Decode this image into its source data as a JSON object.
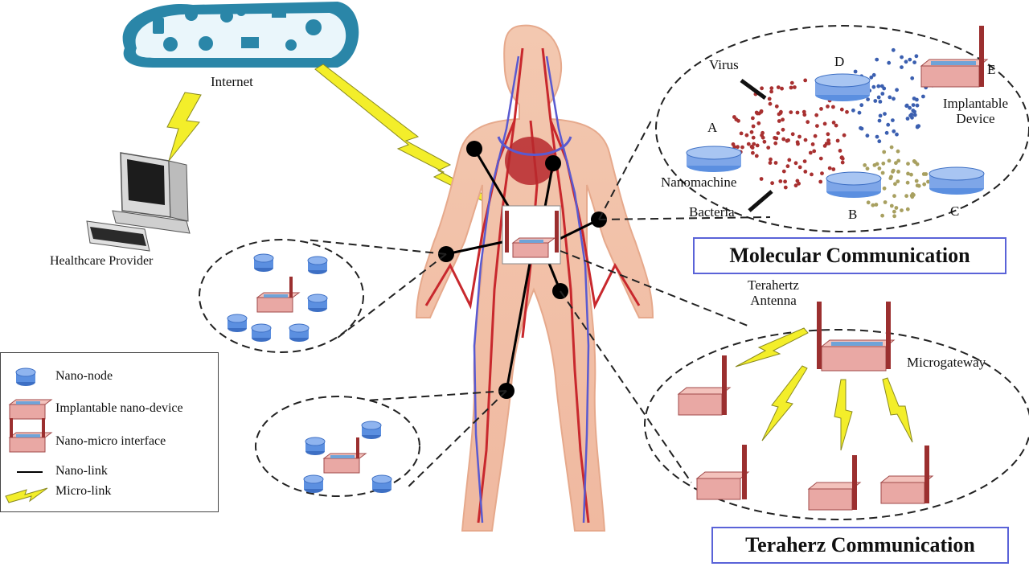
{
  "labels": {
    "internet": "Internet",
    "healthcare_provider": "Healthcare Provider",
    "virus": "Virus",
    "nanomachine": "Nanomachine",
    "bacteria": "Bacteria",
    "implantable_device": "Implantable",
    "implantable_device_2": "Device",
    "terahertz_antenna_1": "Terahertz",
    "terahertz_antenna_2": "Antenna",
    "microgateway": "Microgateway",
    "point_a": "A",
    "point_b": "B",
    "point_c": "C",
    "point_d": "D",
    "point_e": "E"
  },
  "titles": {
    "molecular": "Molecular Communication",
    "terahertz": "Teraherz Communication"
  },
  "legend": {
    "nano_node": "Nano-node",
    "implantable": "Implantable nano-device",
    "interface": "Nano-micro interface",
    "nano_link": "Nano-link",
    "micro_link": "Micro-link"
  },
  "colors": {
    "nano_node": "#5b8fe0",
    "device_fill": "#e9a8a4",
    "antenna": "#9b2f2f",
    "lightning": "#f3ee2a",
    "artery": "#c8282d",
    "vein": "#5a5ad0",
    "title_border": "#5a63d8",
    "cloud": "#2a86a8"
  }
}
